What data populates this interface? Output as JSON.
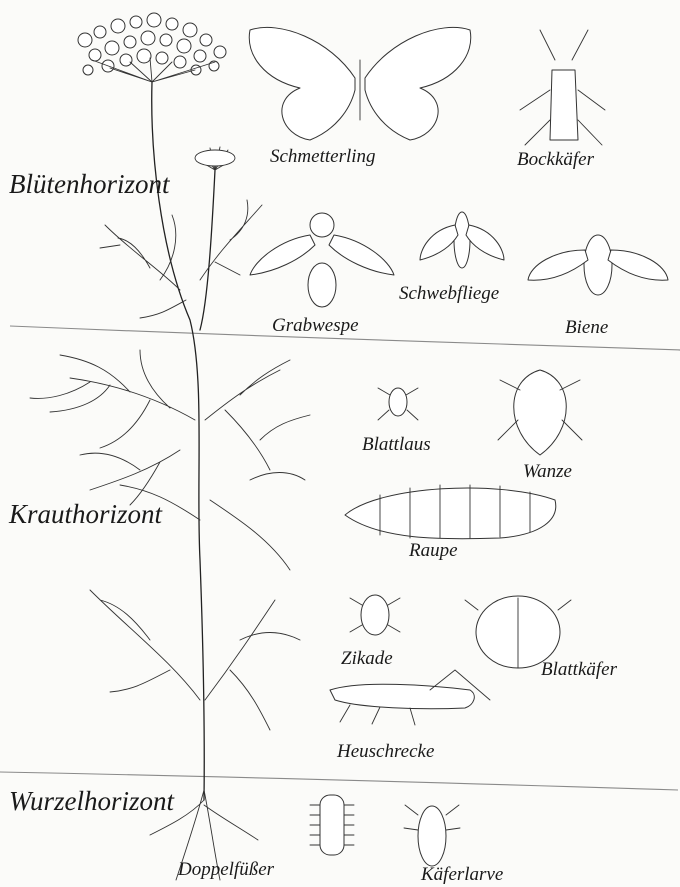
{
  "horizons": {
    "flower": "Blütenhorizont",
    "herb": "Krauthorizont",
    "root": "Wurzelhorizont"
  },
  "animals": {
    "butterfly": "Schmetterling",
    "longhorn_beetle": "Bockkäfer",
    "digger_wasp": "Grabwespe",
    "hoverfly": "Schwebfliege",
    "bee": "Biene",
    "aphid": "Blattlaus",
    "bug": "Wanze",
    "caterpillar": "Raupe",
    "leafhopper": "Zikade",
    "leaf_beetle": "Blattkäfer",
    "grasshopper": "Heuschrecke",
    "millipede": "Doppelfüßer",
    "beetle_larva": "Käferlarve"
  }
}
